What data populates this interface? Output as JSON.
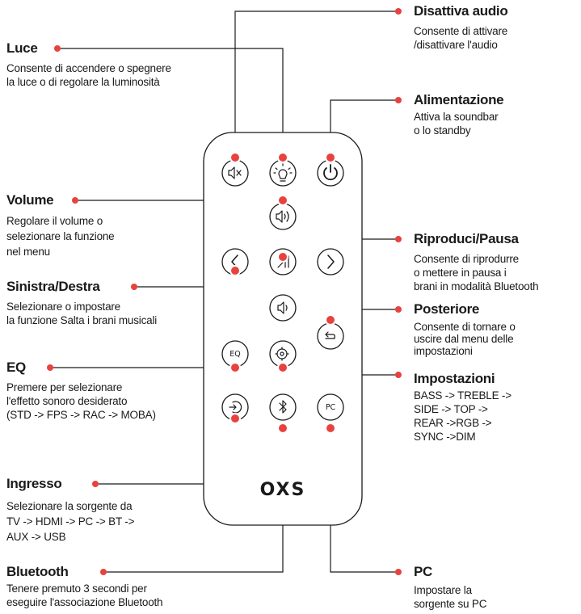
{
  "brand": "OXS",
  "accent_color": "#e8423f",
  "buttons": {
    "mute": {
      "icon": "speaker-mute-icon"
    },
    "light": {
      "icon": "bulb-icon"
    },
    "power": {
      "icon": "power-icon"
    },
    "volume_up": {
      "icon": "speaker-volume-icon"
    },
    "left": {
      "icon": "chevron-left-icon"
    },
    "play_pause": {
      "icon": "play-pause-icon"
    },
    "right": {
      "icon": "chevron-right-icon"
    },
    "volume_down": {
      "icon": "speaker-low-icon"
    },
    "eq": {
      "label": "EQ"
    },
    "settings": {
      "icon": "settings-icon"
    },
    "back": {
      "icon": "return-icon"
    },
    "input": {
      "icon": "input-source-icon"
    },
    "bluetooth": {
      "icon": "bluetooth-icon"
    },
    "pc": {
      "label": "PC"
    }
  },
  "callouts": {
    "luce": {
      "title": "Luce",
      "desc": "Consente di accendere o spegnere\nla luce o di regolare la luminosità"
    },
    "disattiva_audio": {
      "title": "Disattiva audio",
      "desc": "Consente di attivare\n/disattivare l'audio"
    },
    "alimentazione": {
      "title": "Alimentazione",
      "desc": "Attiva la soundbar\no lo standby"
    },
    "volume": {
      "title": "Volume",
      "desc": "Regolare il volume o\nselezionare la funzione\nnel menu"
    },
    "riproduci": {
      "title": "Riproduci/Pausa",
      "desc": "Consente di riprodurre\n o mettere in pausa i\nbrani in modalità Bluetooth"
    },
    "sinistra_destra": {
      "title": "Sinistra/Destra",
      "desc": "Selezionare o impostare\n la funzione Salta i brani musicali"
    },
    "posteriore": {
      "title": "Posteriore",
      "desc": "Consente di tornare o\nuscire dal menu delle\nimpostazioni"
    },
    "eq": {
      "title": "EQ",
      "desc": "Premere per selezionare\n l'effetto sonoro desiderato\n(STD -> FPS -> RAC -> MOBA)"
    },
    "impostazioni": {
      "title": "Impostazioni",
      "desc": "BASS -> TREBLE ->\nSIDE -> TOP ->\nREAR ->RGB ->\nSYNC ->DIM"
    },
    "ingresso": {
      "title": "Ingresso",
      "desc": "Selezionare la sorgente da\nTV -> HDMI -> PC -> BT ->\nAUX -> USB"
    },
    "bluetooth": {
      "title": "Bluetooth",
      "desc": "Tenere premuto 3 secondi per\neseguire l'associazione Bluetooth"
    },
    "pc": {
      "title": "PC",
      "desc": "Impostare la\nsorgente su PC"
    }
  }
}
